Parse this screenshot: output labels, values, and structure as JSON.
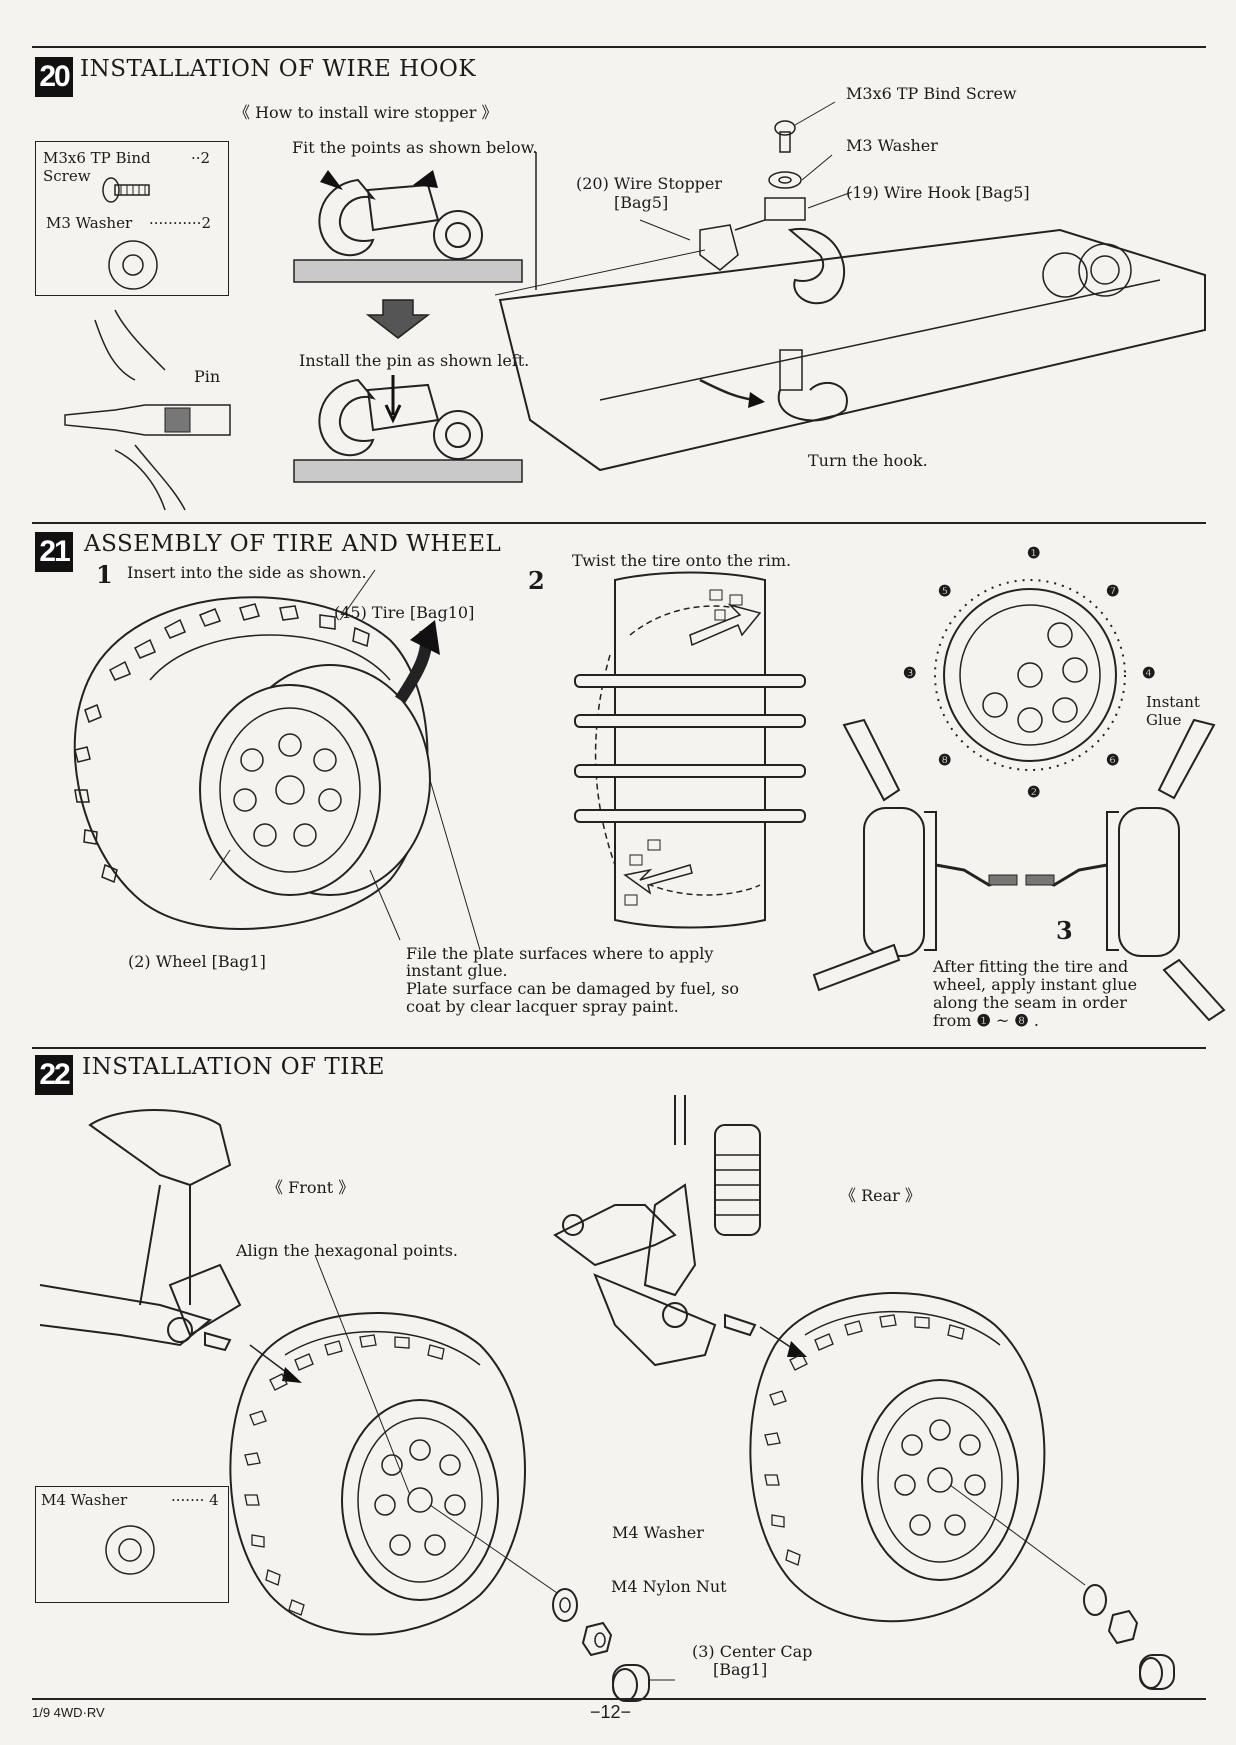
{
  "steps": [
    {
      "number": "20",
      "title": "INSTALLATION OF WIRE HOOK",
      "subheading": "《 How to install wire stopper 》",
      "parts_box": {
        "items": [
          {
            "name_line1": "M3x6 TP Bind",
            "name_line2": "Screw",
            "qty": "··2"
          },
          {
            "name_line1": "M3 Washer",
            "name_line2": "",
            "qty": "···········2"
          }
        ]
      },
      "instructions": [
        "Fit the points as shown below.",
        "Install the pin as shown left."
      ],
      "labels": {
        "pin": "Pin",
        "screw": "M3x6 TP Bind Screw",
        "washer": "M3 Washer",
        "wire_stopper_1": "(20)  Wire Stopper",
        "wire_stopper_2": "[Bag5]",
        "wire_hook": "(19)  Wire Hook  [Bag5]",
        "turn_hook": "Turn the hook."
      }
    },
    {
      "number": "21",
      "title": "ASSEMBLY OF TIRE AND WHEEL",
      "sub1_num": "1",
      "sub1_text": "Insert into the side as shown.",
      "sub2_num": "2",
      "sub2_text": "Twist the tire onto the rim.",
      "sub3_num": "3",
      "labels": {
        "tire": "(45)  Tire  [Bag10]",
        "wheel": "(2)  Wheel  [Bag1]",
        "file_note_1": "File the plate surfaces where to apply",
        "file_note_2": "instant glue.",
        "file_note_3": "Plate surface can be damaged by fuel, so",
        "file_note_4": "coat by clear lacquer spray paint.",
        "instant_glue_1": "Instant",
        "instant_glue_2": "Glue",
        "after_1": "After fitting the tire and",
        "after_2": "wheel, apply instant glue",
        "after_3": "along the seam in order",
        "after_4_pre": "from",
        "after_4_mid": "~",
        "after_4_post": ".",
        "order_from": "❶",
        "order_to": "❽"
      },
      "glue_order": [
        "❶",
        "❷",
        "❸",
        "❹",
        "❺",
        "❻",
        "❼",
        "❽"
      ]
    },
    {
      "number": "22",
      "title": "INSTALLATION OF TIRE",
      "front": "《 Front 》",
      "rear": "《 Rear 》",
      "align": "Align the hexagonal points.",
      "parts_box": {
        "name": "M4 Washer",
        "qty": "······· 4"
      },
      "labels": {
        "m4_washer": "M4 Washer",
        "m4_nut": "M4 Nylon Nut",
        "center_cap_1": "(3)  Center Cap",
        "center_cap_2": "[Bag1]"
      }
    }
  ],
  "footer": {
    "model": "1/9 4WD·RV",
    "page": "−12−"
  }
}
